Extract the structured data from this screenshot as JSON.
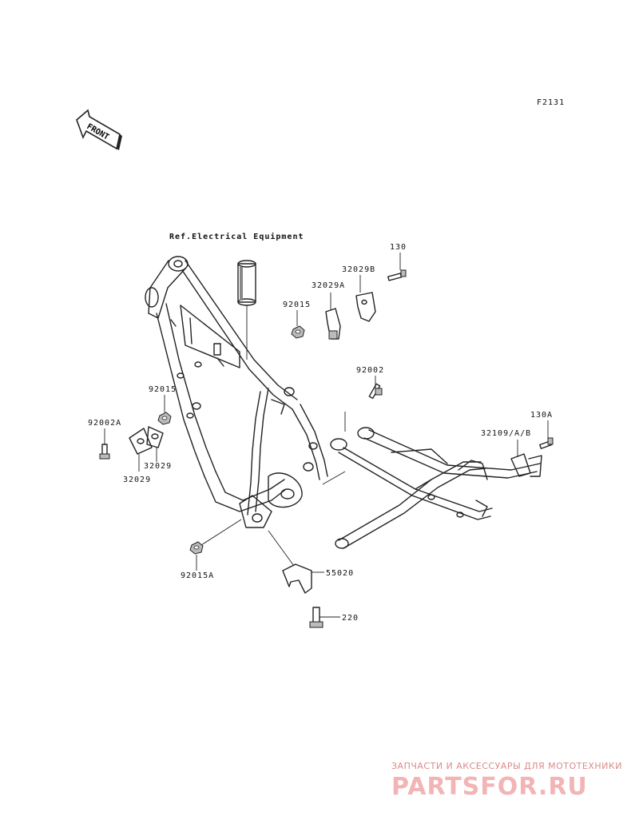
{
  "diagram": {
    "figure_id": "F2131",
    "front_label": "FRONT",
    "reference_note": "Ref.Electrical Equipment",
    "callouts": {
      "c130": "130",
      "c32029B": "32029B",
      "c32029A": "32029A",
      "c92015_top": "92015",
      "c92002": "92002",
      "c32109": "32109/A/B",
      "c130A": "130A",
      "c92015_left": "92015",
      "c92002A": "92002A",
      "c32029_a": "32029",
      "c32029_b": "32029",
      "c92015A": "92015A",
      "c55020": "55020",
      "c220": "220"
    }
  },
  "watermark": {
    "subtitle": "ЗАПЧАСТИ И АКСЕССУАРЫ ДЛЯ МОТОТЕХНИКИ",
    "logo": "PARTSFOR.RU"
  }
}
